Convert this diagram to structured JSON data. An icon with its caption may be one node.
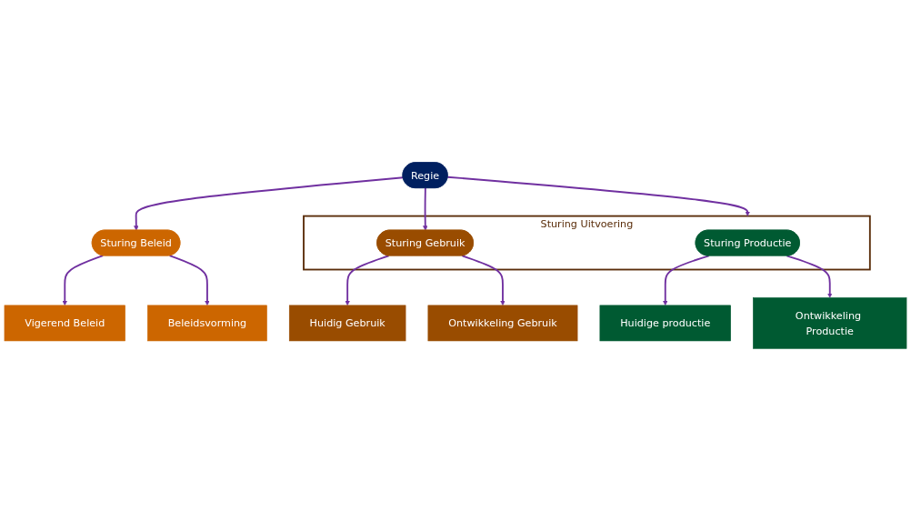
{
  "diagram": {
    "nodes": [
      {
        "text": [
          "Regie"
        ]
      },
      {
        "text": [
          "Sturing Beleid"
        ]
      },
      {
        "text": [
          "Sturing Uitvoering"
        ]
      },
      {
        "text": [
          "Sturing Productie"
        ],
        "in": 2
      },
      {
        "text": [
          "Sturing Gebruik"
        ],
        "in": 2
      },
      {
        "text": [
          "Vigerend Beleid"
        ]
      },
      {
        "text": [
          "Beleidsvorming"
        ]
      },
      {
        "text": [
          "Huidige productie"
        ]
      },
      {
        "text": [
          "Ontwikkeling Productie"
        ]
      },
      {
        "text": [
          "Huidig Gebruik"
        ]
      },
      {
        "text": [
          "Ontwikkeling Gebruik"
        ]
      }
    ],
    "edges": [
      {
        "from": 0,
        "to": 1,
        "arrow": "to"
      },
      {
        "from": 0,
        "to": 2,
        "arrow": "to"
      },
      {
        "from": 0,
        "to": 4,
        "arrow": "to"
      },
      {
        "from": 1,
        "to": 5,
        "arrow": "to"
      },
      {
        "from": 1,
        "to": 6,
        "arrow": "to"
      },
      {
        "from": 3,
        "to": 7,
        "arrow": "to"
      },
      {
        "from": 3,
        "to": 8,
        "arrow": "to"
      },
      {
        "from": 4,
        "to": 9,
        "arrow": "to"
      },
      {
        "from": 4,
        "to": 10,
        "arrow": "to"
      }
    ]
  }
}
